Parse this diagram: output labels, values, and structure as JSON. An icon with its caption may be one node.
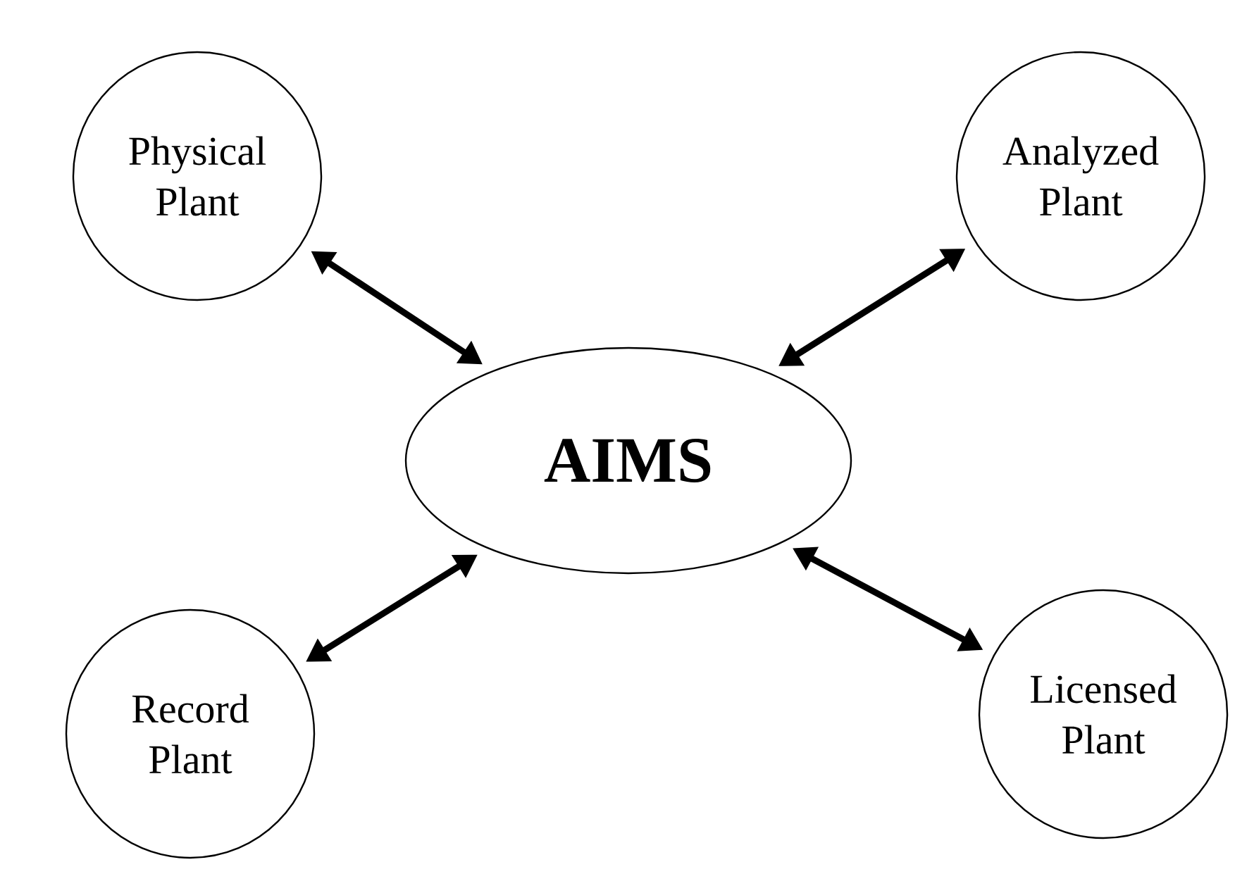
{
  "diagram": {
    "nodes": [
      {
        "text": [
          "Physical Plant"
        ]
      },
      {
        "text": [
          "Analyzed Plant"
        ]
      },
      {
        "text": [
          "AIMS"
        ]
      },
      {
        "text": [
          "Record Plant"
        ]
      },
      {
        "text": [
          "Licensed Plant"
        ]
      }
    ],
    "edges": [
      {
        "from": 0,
        "to": 2,
        "arrow": "both"
      },
      {
        "from": 1,
        "to": 2,
        "arrow": "both"
      },
      {
        "from": 3,
        "to": 2,
        "arrow": "both"
      },
      {
        "from": 4,
        "to": 2,
        "arrow": "both"
      }
    ]
  }
}
